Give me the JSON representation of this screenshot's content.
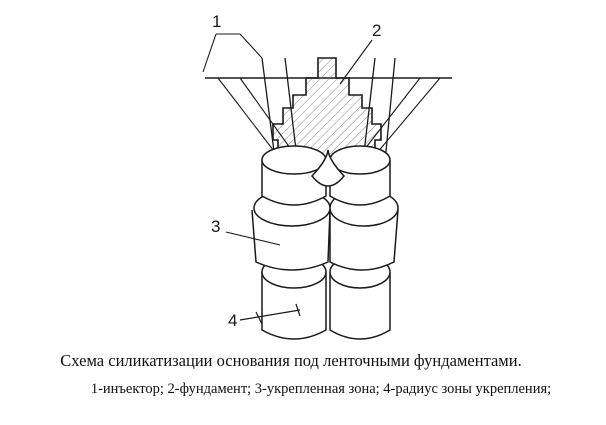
{
  "labels": {
    "injector": "1",
    "foundation": "2",
    "strengthened_zone": "3",
    "zone_radius": "4"
  },
  "caption": {
    "title": "Схема силикатизации основания под ленточными фундаментами.",
    "legend": "1-инъектор; 2-фундамент; 3-укрепленная зона; 4-радиус зоны укрепления;"
  },
  "colors": {
    "line": "#1a1a1a",
    "hatch": "#6b6b6b",
    "background": "#ffffff"
  }
}
